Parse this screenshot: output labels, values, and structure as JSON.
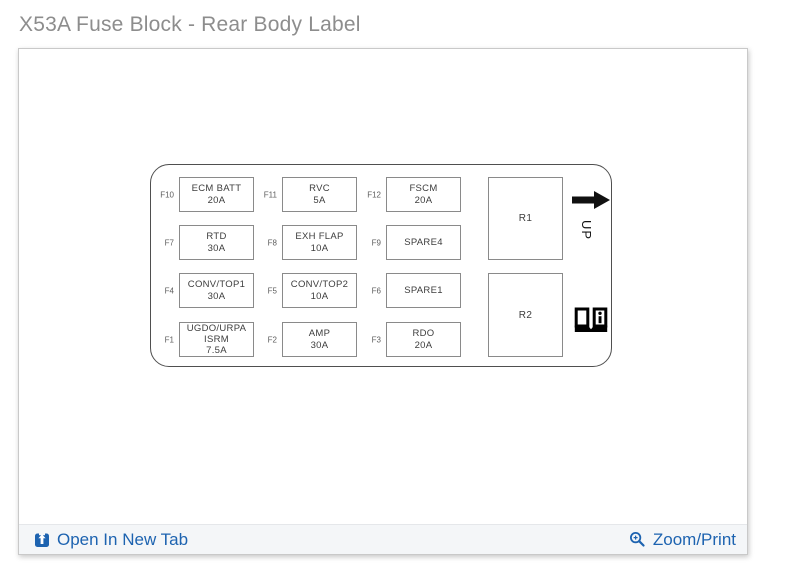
{
  "page": {
    "title": "X53A Fuse Block - Rear Body Label"
  },
  "colors": {
    "link_blue": "#1d63b0",
    "title_gray": "#8d8d8d",
    "box_border_gray": "#8a8a8a"
  },
  "icons": {
    "open_in_new_tab": "box-with-up-arrow",
    "zoom_print": "magnifier-with-plus",
    "orientation": "right-arrow",
    "manual": "open-book-with-info"
  },
  "diagram": {
    "up_label": "UP",
    "relays": [
      {
        "id": "R1"
      },
      {
        "id": "R2"
      }
    ],
    "fuses": [
      {
        "id": "F10",
        "name": "ECM BATT",
        "amp": "20A"
      },
      {
        "id": "F11",
        "name": "RVC",
        "amp": "5A"
      },
      {
        "id": "F12",
        "name": "FSCM",
        "amp": "20A"
      },
      {
        "id": "F7",
        "name": "RTD",
        "amp": "30A"
      },
      {
        "id": "F8",
        "name": "EXH FLAP",
        "amp": "10A"
      },
      {
        "id": "F9",
        "name": "SPARE4",
        "amp": ""
      },
      {
        "id": "F4",
        "name": "CONV/TOP1",
        "amp": "30A"
      },
      {
        "id": "F5",
        "name": "CONV/TOP2",
        "amp": "10A"
      },
      {
        "id": "F6",
        "name": "SPARE1",
        "amp": ""
      },
      {
        "id": "F1",
        "name": "UGDO/URPA ISRM",
        "amp": "7.5A"
      },
      {
        "id": "F2",
        "name": "AMP",
        "amp": "30A"
      },
      {
        "id": "F3",
        "name": "RDO",
        "amp": "20A"
      }
    ]
  },
  "footer": {
    "open_link": "Open In New Tab",
    "zoom_link": "Zoom/Print"
  }
}
